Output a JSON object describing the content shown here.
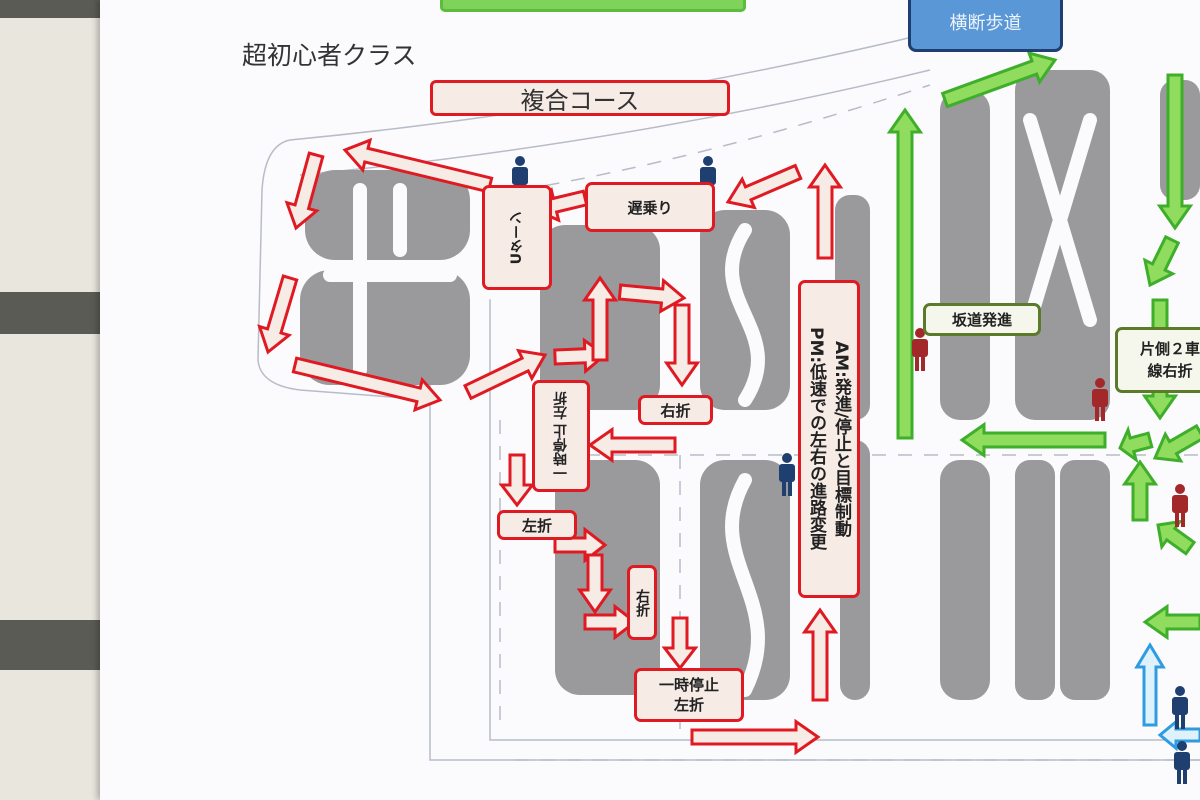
{
  "header": {
    "class_title": "超初心者クラス",
    "course_title": "複合コース"
  },
  "labels": {
    "slow_ride": "遅乗り",
    "u_turn": "Uターン",
    "right_turn_1": "右折",
    "stop_left_rotated": "一時停止 左折",
    "left_turn": "左折",
    "right_turn_2": "右折",
    "stop_left_line1": "一時停止",
    "stop_left_line2": "左折",
    "am_pm_line1": "AM:発進/停止と目標制動",
    "am_pm_line2": "PM:低速での左右の進路変更",
    "hill_start": "坂道発進",
    "two_lane_right_line1": "片側２車",
    "two_lane_right_line2": "線右折",
    "crosswalk": "横断歩道"
  },
  "colors": {
    "red_route": "#e01a22",
    "red_fill": "#f7ebe6",
    "green_route": "#3fae2a",
    "green_fill": "#8fdc5e",
    "blue_route": "#2f9be0",
    "blue_fill": "#dff1fb",
    "obstacle_gray": "#9a9a9c",
    "pedestrian_blue": "#1f3f70",
    "pedestrian_red": "#a3282a"
  }
}
